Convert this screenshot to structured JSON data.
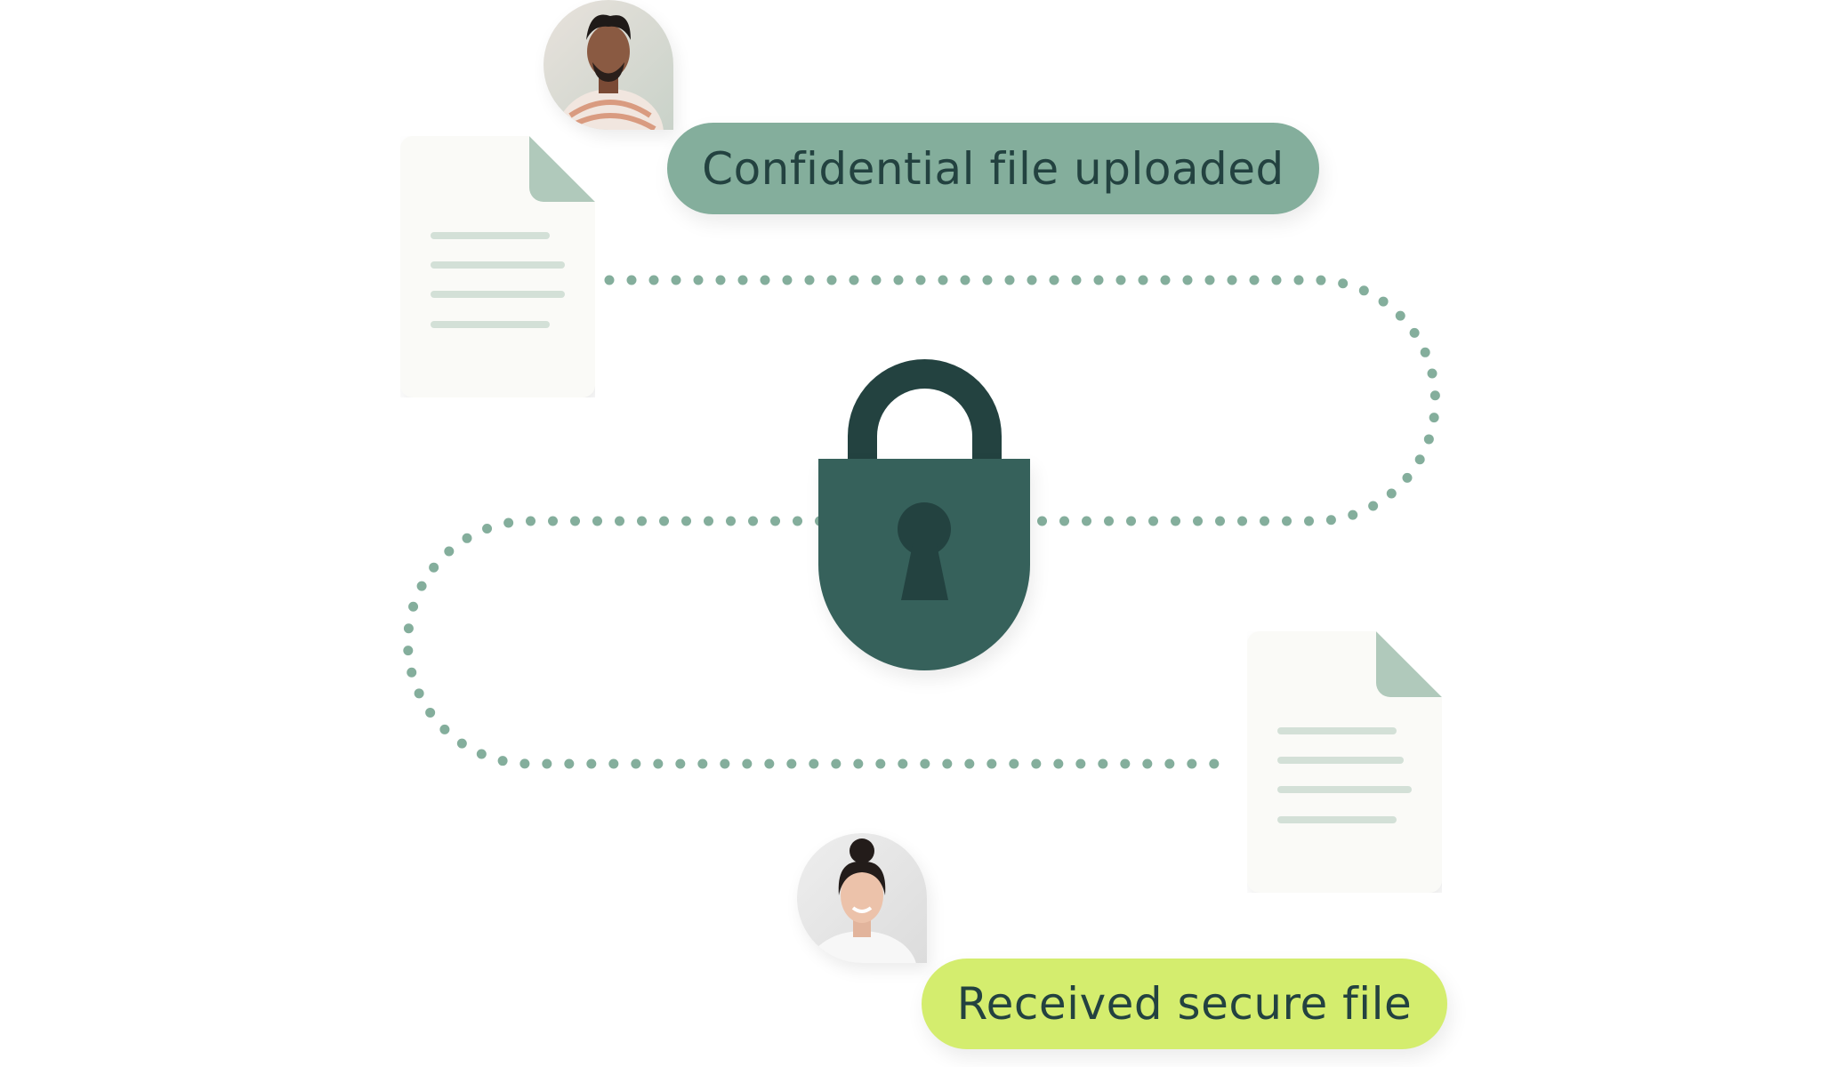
{
  "steps": {
    "uploaded_label": "Confidential file uploaded",
    "received_label": "Received secure file"
  },
  "icons": {
    "lock": "padlock-icon",
    "document": "document-icon",
    "sender": "sender-avatar",
    "receiver": "receiver-avatar"
  },
  "colors": {
    "uploaded_pill": "#84ae9c",
    "received_pill": "#d4ed6e",
    "lock_body": "#36615b",
    "lock_shackle": "#234240",
    "dots": "#84ae9c",
    "text": "#234240"
  }
}
